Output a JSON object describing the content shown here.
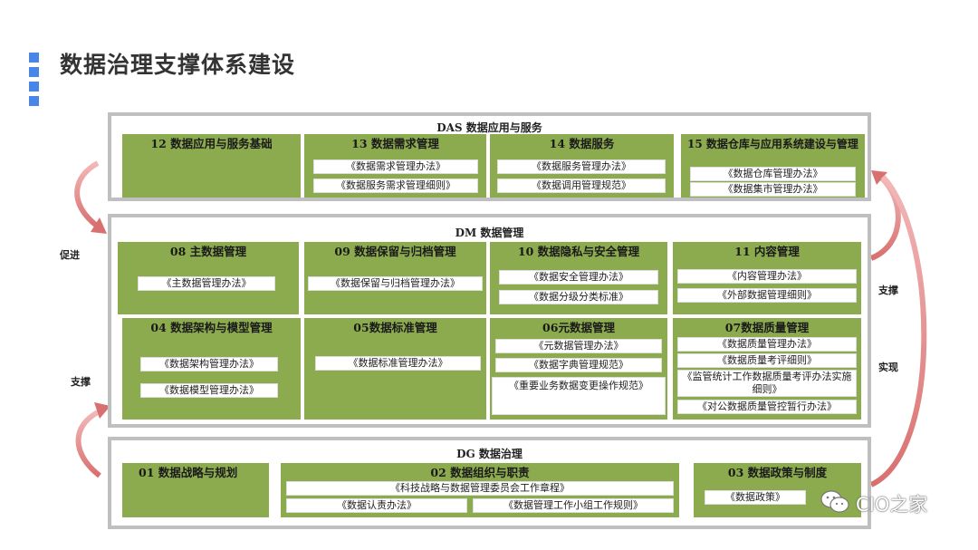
{
  "page": {
    "title": "数据治理支撑体系建设"
  },
  "das": {
    "title": "DAS  数据应用与服务",
    "cells": [
      {
        "title": "12  数据应用与服务基础",
        "docs": []
      },
      {
        "title": "13  数据需求管理",
        "docs": [
          "《数据需求管理办法》",
          "《数据服务需求管理细则》"
        ]
      },
      {
        "title": "14  数据服务",
        "docs": [
          "《数据服务管理办法》",
          "《数据调用管理规范》"
        ]
      },
      {
        "title": "15  数据仓库与应用系统建设与管理",
        "docs": [
          "《数据仓库管理办法》",
          "《数据集市管理办法》"
        ]
      }
    ]
  },
  "dm": {
    "title": "DM  数据管理",
    "cells": [
      {
        "title": "08  主数据管理",
        "docs": [
          "《主数据管理办法》"
        ]
      },
      {
        "title": "09  数据保留与归档管理",
        "docs": [
          "《数据保留与归档管理办法》"
        ]
      },
      {
        "title": "10  数据隐私与安全管理",
        "docs": [
          "《数据安全管理办法》",
          "《数据分级分类标准》"
        ]
      },
      {
        "title": "11  内容管理",
        "docs": [
          "《内容管理办法》",
          "《外部数据管理细则》"
        ]
      },
      {
        "title": "04  数据架构与模型管理",
        "docs": [
          "《数据架构管理办法》",
          "《数据模型管理办法》"
        ]
      },
      {
        "title": "05数据标准管理",
        "docs": [
          "《数据标准管理办法》"
        ]
      },
      {
        "title": "06元数据管理",
        "docs": [
          "《元数据管理办法》",
          "《数据字典管理规范》",
          "《重要业务数据变更操作规范》"
        ]
      },
      {
        "title": "07数据质量管理",
        "docs": [
          "《数据质量管理办法》",
          "《数据质量考评细则》",
          "《监管统计工作数据质量考评办法实施细则》",
          "《对公数据质量管控暂行办法》"
        ]
      }
    ]
  },
  "dg": {
    "title": "DG  数据治理",
    "cells": [
      {
        "title": "01  数据战略与规划",
        "docs": []
      },
      {
        "title": "02  数据组织与职责",
        "docs": [
          "《科技战略与数据管理委员会工作章程》",
          "《数据认责办法》",
          "《数据管理工作小组工作规则》"
        ]
      },
      {
        "title": "03  数据政策与制度",
        "docs": [
          "《数据政策》"
        ]
      }
    ]
  },
  "side_labels": {
    "left_top": "促进",
    "left_bottom": "支撑",
    "right_top": "支撑",
    "right_bottom": "实现"
  },
  "watermark": "CIO之家",
  "colors": {
    "cell": "#8cab4f",
    "layer_border": "#bfbfbf",
    "arrow": "#e8a0a0",
    "accent": "#4a86e8"
  }
}
